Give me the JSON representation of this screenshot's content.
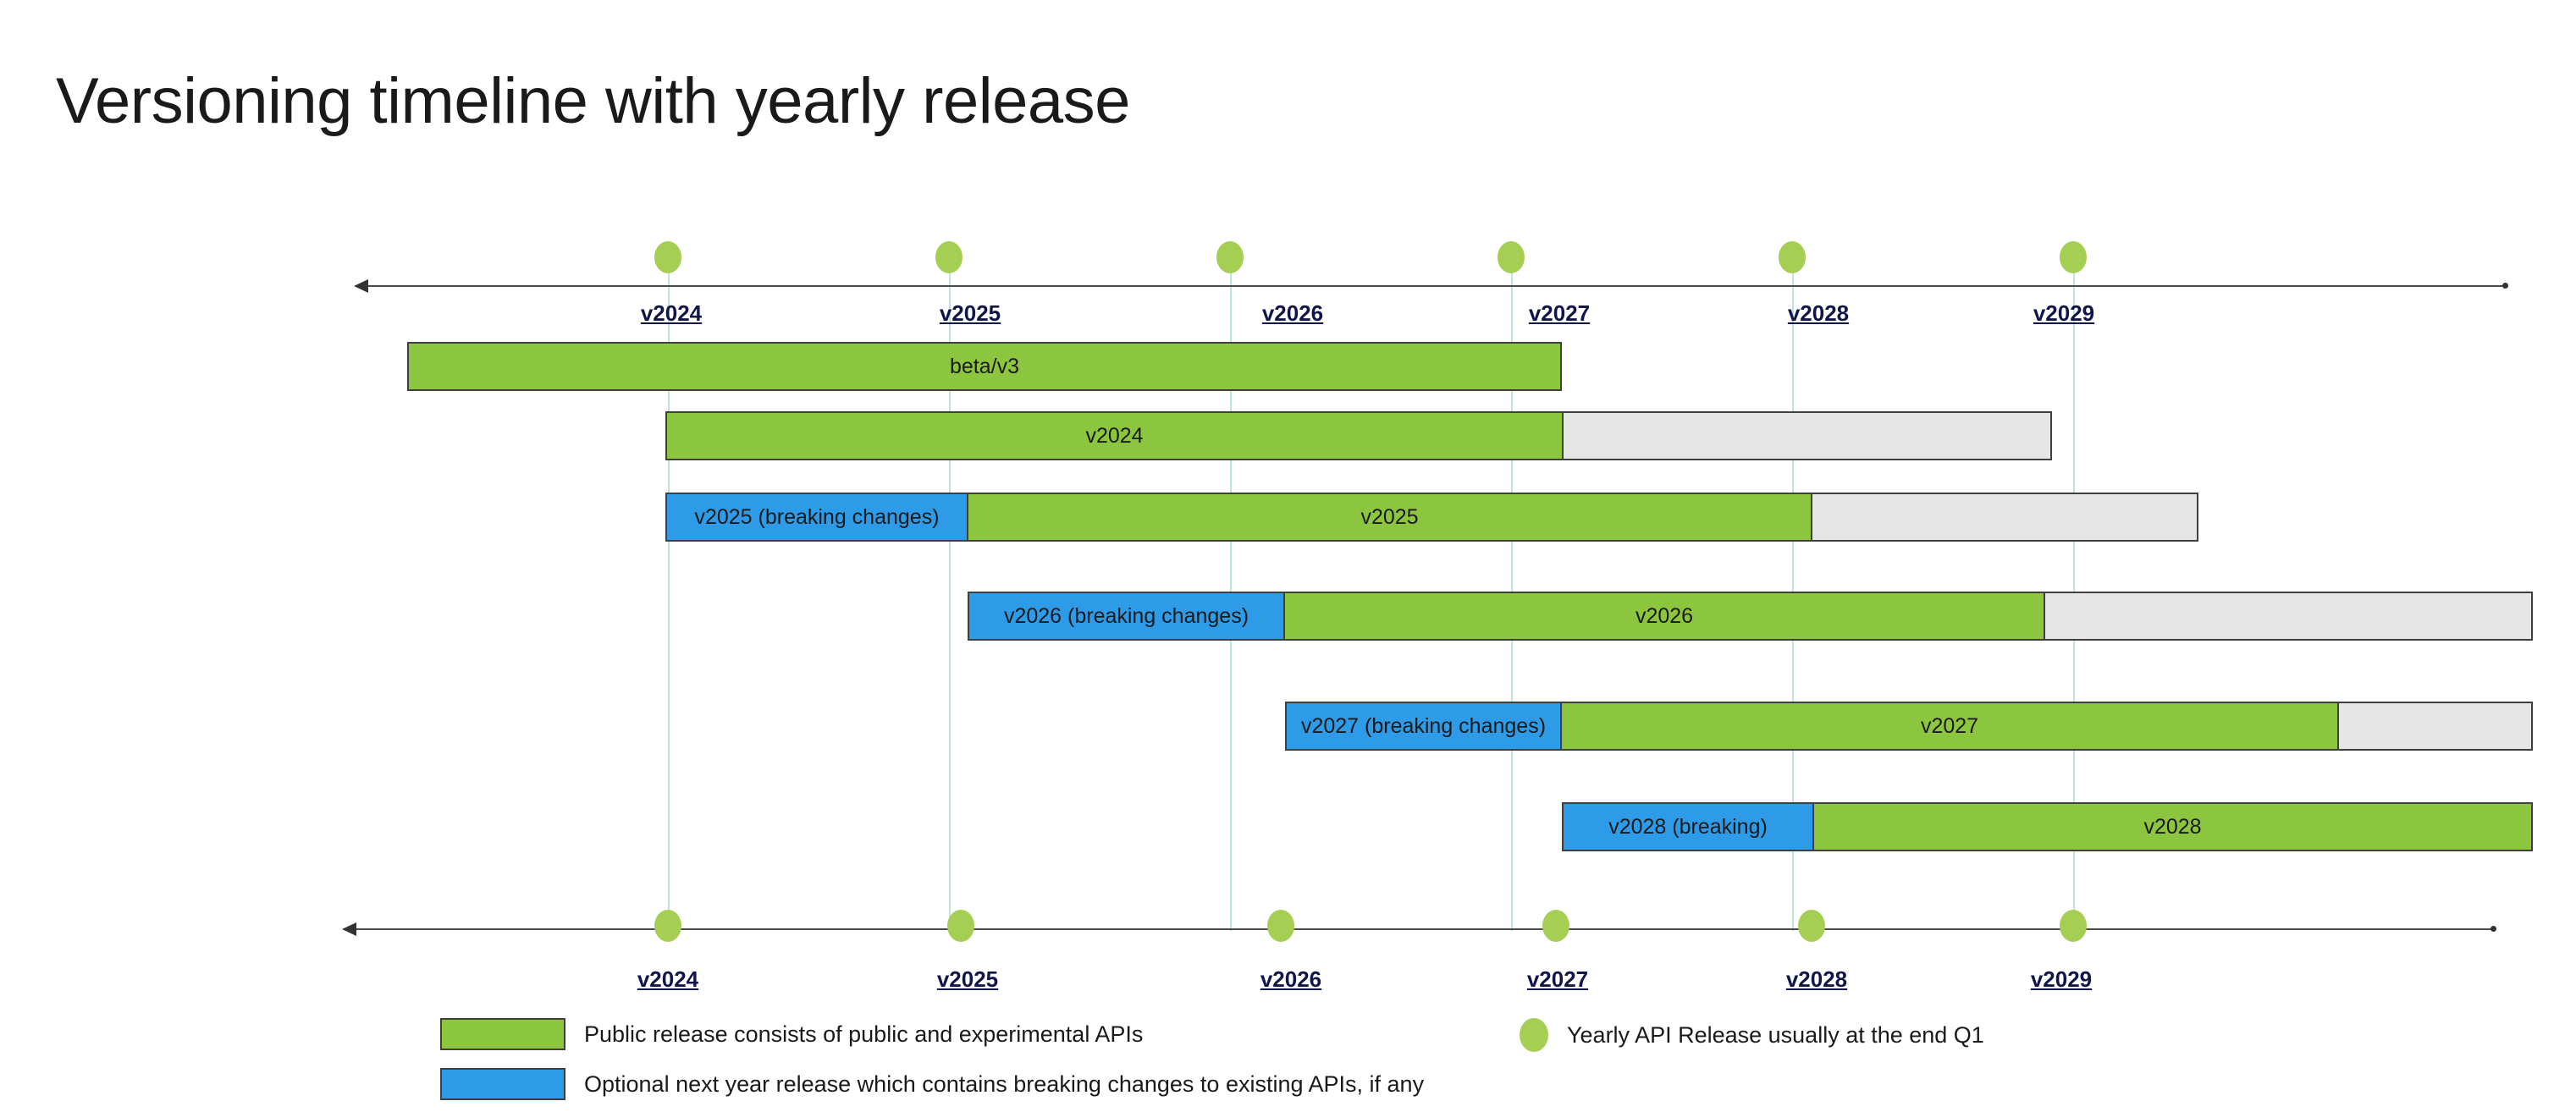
{
  "title": "Versioning timeline with yearly release",
  "colors": {
    "green": "#8cc63e",
    "blue": "#2e9be8",
    "gray": "#e6e6e6",
    "dot_green": "#a5cf52",
    "year_label": "#10154a",
    "axis": "#4a4a4a",
    "gridline": "#bfe3e0"
  },
  "axis": {
    "top_years": [
      "v2024",
      "v2025",
      "v2026",
      "v2027",
      "v2028",
      "v2029"
    ],
    "bottom_years": [
      "v2024",
      "v2025",
      "v2026",
      "v2027",
      "v2028",
      "v2029"
    ]
  },
  "chart_data": {
    "type": "bar",
    "title": "Versioning timeline with yearly release",
    "xlabel": "",
    "ylabel": "",
    "orientation": "horizontal-gantt",
    "grid": true,
    "legend_position": "bottom",
    "x_ticks": [
      "v2024",
      "v2025",
      "v2026",
      "v2027",
      "v2028",
      "v2029"
    ],
    "rows": [
      {
        "name": "beta/v3",
        "segments": [
          {
            "label": "beta/v3",
            "kind": "green",
            "start": "pre-v2024",
            "end": "v2027"
          }
        ]
      },
      {
        "name": "v2024",
        "segments": [
          {
            "label": "v2024",
            "kind": "green",
            "start": "v2025-minus",
            "end": "v2027"
          },
          {
            "label": "",
            "kind": "gray",
            "start": "v2027",
            "end": "v2028-plus"
          }
        ]
      },
      {
        "name": "v2025",
        "segments": [
          {
            "label": "v2025 (breaking changes)",
            "kind": "blue",
            "start": "v2025-minus",
            "end": "v2025-plus"
          },
          {
            "label": "v2025",
            "kind": "green",
            "start": "v2025-plus",
            "end": "v2028"
          },
          {
            "label": "",
            "kind": "gray",
            "start": "v2028",
            "end": "v2029-minus"
          }
        ]
      },
      {
        "name": "v2026",
        "segments": [
          {
            "label": "v2026 (breaking changes)",
            "kind": "blue",
            "start": "v2026-minus",
            "end": "v2026-plus"
          },
          {
            "label": "v2026",
            "kind": "green",
            "start": "v2026-plus",
            "end": "v2029-minus"
          },
          {
            "label": "",
            "kind": "gray",
            "start": "v2029-minus",
            "end": "end"
          }
        ]
      },
      {
        "name": "v2027",
        "segments": [
          {
            "label": "v2027 (breaking changes)",
            "kind": "blue",
            "start": "v2027-minus",
            "end": "v2027"
          },
          {
            "label": "v2027",
            "kind": "green",
            "start": "v2027",
            "end": "v2029-plus"
          },
          {
            "label": "",
            "kind": "gray",
            "start": "v2029-plus",
            "end": "end"
          }
        ]
      },
      {
        "name": "v2028",
        "segments": [
          {
            "label": "v2028 (breaking)",
            "kind": "blue",
            "start": "v2028-minus",
            "end": "v2028"
          },
          {
            "label": "v2028",
            "kind": "green",
            "start": "v2028",
            "end": "end"
          }
        ]
      }
    ]
  },
  "bars": {
    "row1": {
      "seg1": "beta/v3"
    },
    "row2": {
      "seg1": "v2024",
      "seg2": ""
    },
    "row3": {
      "seg1": "v2025 (breaking changes)",
      "seg2": "v2025",
      "seg3": ""
    },
    "row4": {
      "seg1": "v2026 (breaking changes)",
      "seg2": "v2026",
      "seg3": ""
    },
    "row5": {
      "seg1": "v2027 (breaking changes)",
      "seg2": "v2027",
      "seg3": ""
    },
    "row6": {
      "seg1": "v2028 (breaking)",
      "seg2": "v2028"
    }
  },
  "legend": {
    "green_label": "Public release consists of  public and experimental APIs",
    "blue_label": "Optional next year release which contains breaking changes to existing APIs, if any",
    "dot_label": "Yearly API Release usually at the end Q1"
  }
}
